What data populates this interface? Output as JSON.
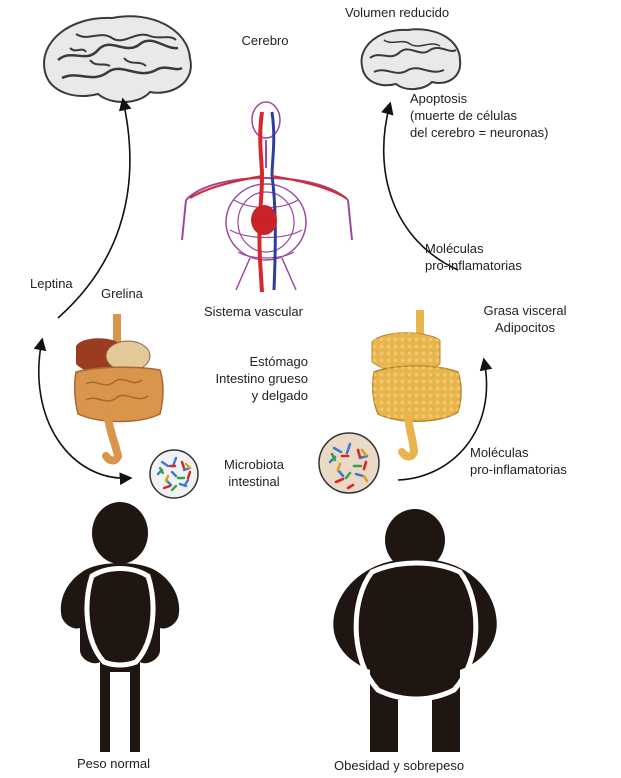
{
  "labels": {
    "cerebro": "Cerebro",
    "volumen_reducido": "Volumen reducido",
    "apoptosis": [
      "Apoptosis",
      "(muerte de células",
      "del cerebro = neuronas)"
    ],
    "sistema_vascular": "Sistema vascular",
    "leptina": "Leptina",
    "grelina": "Grelina",
    "moleculas_top": [
      "Moléculas",
      "pro-inflamatorias"
    ],
    "grasa": [
      "Grasa visceral",
      "Adipocitos"
    ],
    "estomago": [
      "Estómago",
      "Intestino grueso",
      "y delgado"
    ],
    "microbiota": [
      "Microbiota",
      "intestinal"
    ],
    "moleculas_bottom": [
      "Moléculas",
      "pro-inflamatorias"
    ],
    "peso_normal": "Peso normal",
    "obesidad": "Obesidad y sobrepeso"
  },
  "colors": {
    "silhouette": "#1f1612",
    "artery": "#d8262b",
    "vein": "#2e3f9a",
    "vessel_mesh": "#9b4aa0",
    "organ_normal": "#d9954c",
    "organ_fat": "#e8b44c",
    "liver": "#9b3b22",
    "brain_fill": "#e9e9e9",
    "brain_line": "#3a3a3a"
  },
  "icons": [
    "brain-normal-icon",
    "brain-reduced-icon",
    "vascular-system-icon",
    "digestive-system-icon",
    "microbiota-icon",
    "person-icon"
  ]
}
